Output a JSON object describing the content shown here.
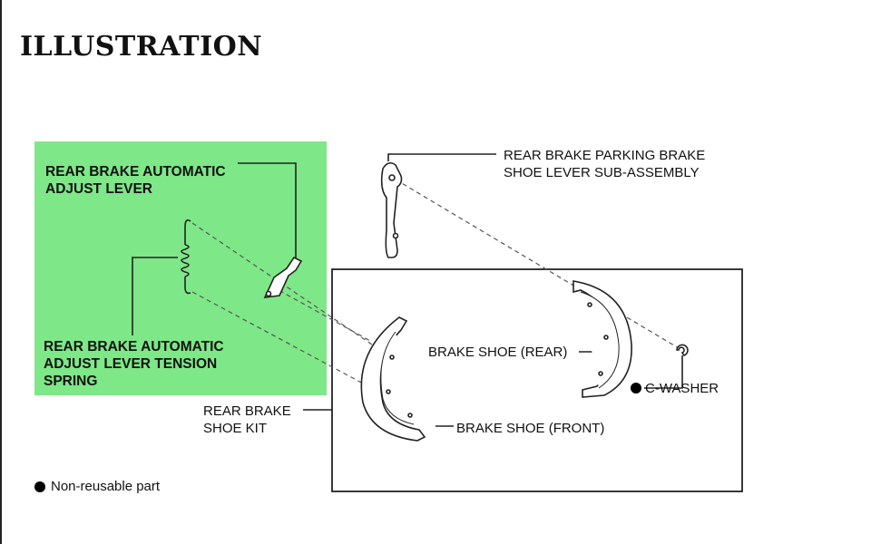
{
  "title": "ILLUSTRATION",
  "labels": {
    "adjust_lever": [
      "REAR BRAKE AUTOMATIC",
      "ADJUST LEVER"
    ],
    "tension_spring": [
      "REAR BRAKE AUTOMATIC",
      "ADJUST LEVER TENSION",
      "SPRING"
    ],
    "parking_lever": [
      "REAR BRAKE PARKING BRAKE",
      "SHOE LEVER SUB-ASSEMBLY"
    ],
    "shoe_rear": "BRAKE SHOE (REAR)",
    "c_washer": "C-WASHER",
    "shoe_kit": [
      "REAR BRAKE",
      "SHOE KIT"
    ],
    "shoe_front": "BRAKE SHOE (FRONT)"
  },
  "legend": {
    "text": "Non-reusable part",
    "symbol": "filled-circle"
  },
  "colors": {
    "highlight": "#7ee787",
    "line": "#222222"
  }
}
